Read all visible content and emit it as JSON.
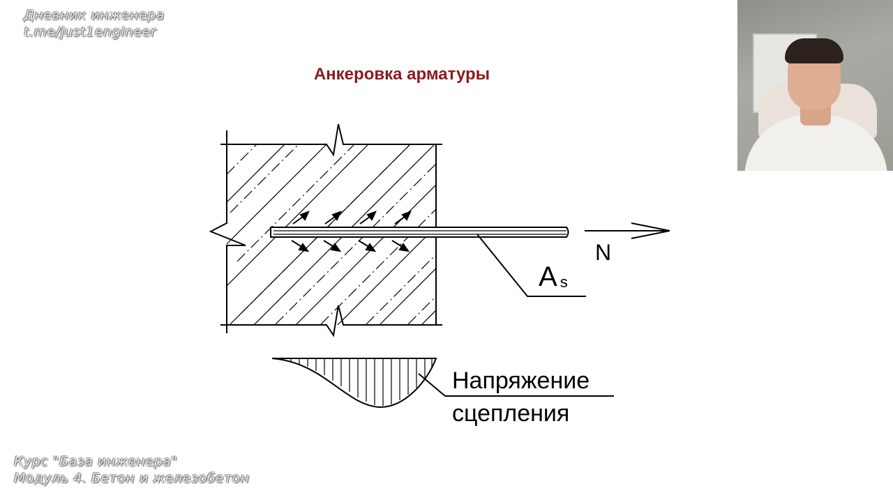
{
  "watermark_top": {
    "line1": "Дневник инженера",
    "line2": "t.me/just1engineer"
  },
  "watermark_bottom": {
    "line1": "Курс \"База инженера\"",
    "line2": "Модуль 4. Бетон и железобетон"
  },
  "slide": {
    "title": "Анкеровка арматуры",
    "force_label": "N",
    "rebar_label_main": "A",
    "rebar_label_sub": "s",
    "stress_label_line1": "Напряжение",
    "stress_label_line2": "сцепления"
  },
  "colors": {
    "title": "#8b1a1f",
    "line": "#000000"
  }
}
